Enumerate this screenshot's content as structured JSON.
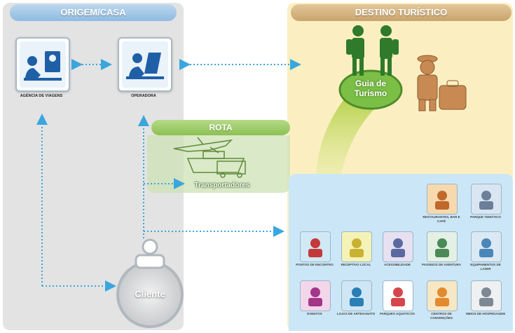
{
  "origin": {
    "title": "ORIGEM/CASA",
    "travel_agency_label": "AGÊNCIA DE VIAGENS",
    "operator_label": "OPERADORA",
    "client_label": "Cliente"
  },
  "route": {
    "title": "ROTA",
    "transport_label": "Transportadores"
  },
  "destination": {
    "title": "DESTINO TURÍSTICO",
    "guide_label": "Guia de Turismo"
  },
  "services": [
    {
      "icon": "restaurant-icon",
      "label": "RESTAURANTES, BAR E CAFÉ"
    },
    {
      "icon": "family-icon",
      "label": "PARQUE TEMÁTICO"
    },
    {
      "icon": "couple-icon",
      "label": "PONTOS DE ENCONTRO"
    },
    {
      "icon": "tour-bus-icon",
      "label": "RECEPTIVO LOCAL"
    },
    {
      "icon": "wheelchair-icon",
      "label": "ACESSIBILIDADE"
    },
    {
      "icon": "mountain-icon",
      "label": "PASSEIOS DE AVENTURA"
    },
    {
      "icon": "pool-icon",
      "label": "EQUIPAMENTOS DE LAZER"
    },
    {
      "icon": "ticket-icon",
      "label": "EVENTOS"
    },
    {
      "icon": "shop-icon",
      "label": "LOJAS DE ARTESANATO"
    },
    {
      "icon": "dolphin-icon",
      "label": "PARQUES AQUÁTICOS"
    },
    {
      "icon": "pinwheel-icon",
      "label": "CENTROS DE CONVENÇÕES"
    },
    {
      "icon": "stars-icon",
      "label": "MEIOS DE HOSPEDAGEM"
    }
  ],
  "colors": {
    "origin_header": "#8fbbe0",
    "destination_header": "#c9a46c",
    "route_header": "#8cc153",
    "arrow": "#3aa6de",
    "guide": "#5fa43a"
  }
}
